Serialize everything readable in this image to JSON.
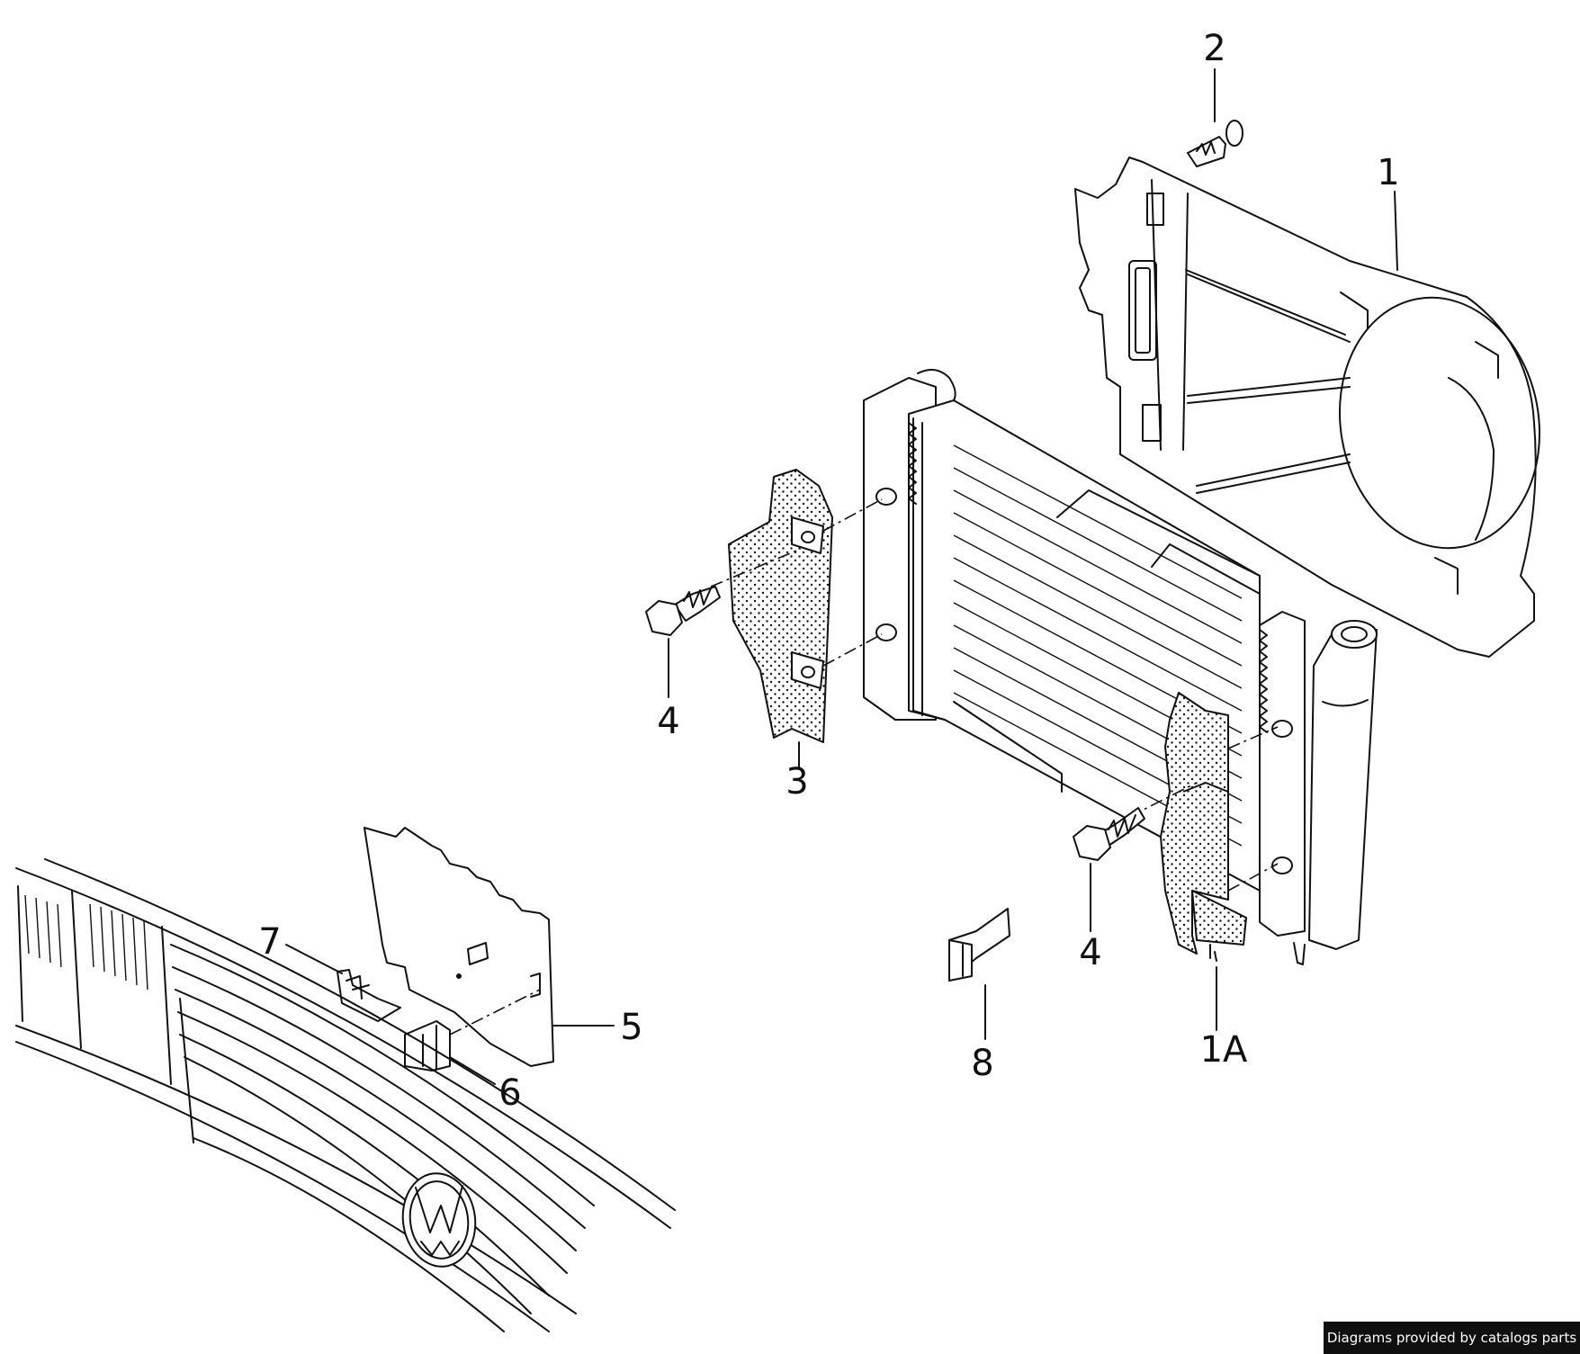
{
  "diagram": {
    "labels": {
      "l1": "1",
      "l1a": "1A",
      "l2": "2",
      "l3": "3",
      "l4a": "4",
      "l4b": "4",
      "l5": "5",
      "l6": "6",
      "l7": "7",
      "l8": "8"
    }
  },
  "footer": {
    "credit": "Diagrams provided by catalogs parts"
  }
}
